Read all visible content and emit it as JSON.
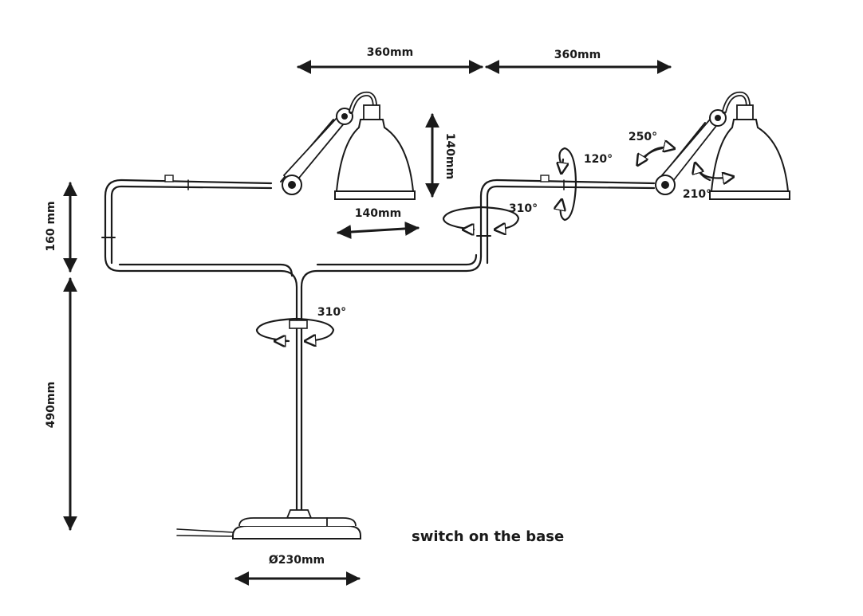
{
  "dimensions": {
    "arm_upper": "360mm",
    "arm_lower": "360mm",
    "shade_height": "140mm",
    "shade_reach": "140mm",
    "height_upper": "160 mm",
    "height_lower": "490mm",
    "base_diameter": "Ø230mm"
  },
  "angles": {
    "stem_rotation": "310°",
    "elbow_rotation": "310°",
    "tilt": "120°",
    "shade_swivel": "250°",
    "shade_tilt": "210°"
  },
  "note": "switch on the base",
  "colors": {
    "line": "#1a1a1a",
    "background": "#ffffff"
  }
}
